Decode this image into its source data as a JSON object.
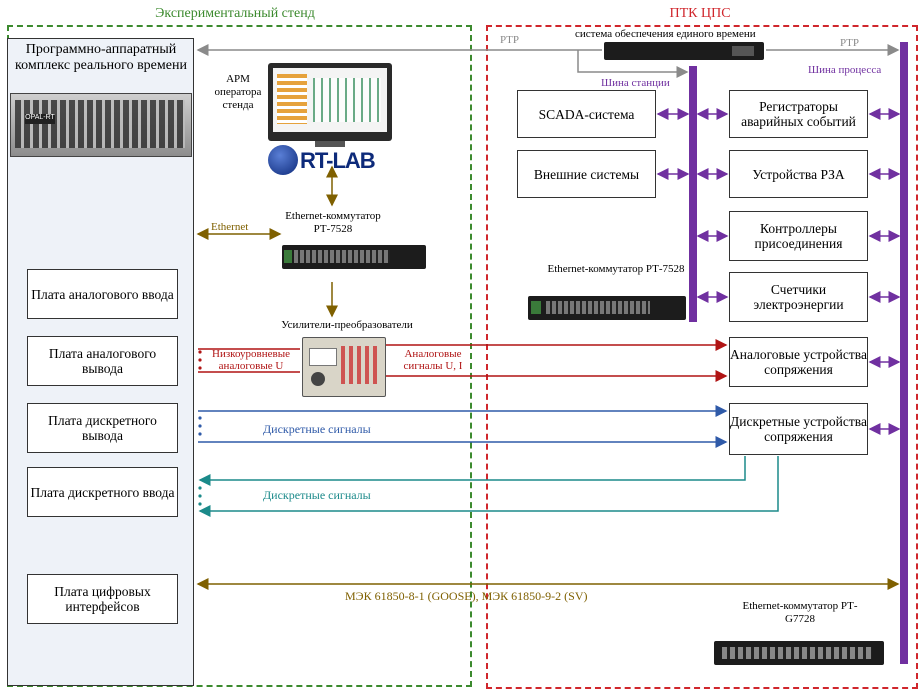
{
  "regions": {
    "left_title": "Экспериментальный стенд",
    "right_title": "ПТК ЦПС"
  },
  "left": {
    "rt_title": "Программно-аппаратный комплекс реального времени",
    "arm_label": "АРМ оператора стенда",
    "rtlab_logo": "RT-LAB",
    "cards": [
      "Плата аналогового ввода",
      "Плата аналогового вывода",
      "Плата дискретного вывода",
      "Плата дискретного ввода",
      "Плата цифровых интерфейсов"
    ],
    "switch_label": "Ethernet-коммутатор РТ-7528",
    "ethernet_label": "Ethernet",
    "amp_label": "Усилители-преобразователи",
    "low_level_label": "Низкоуровневые аналоговые U",
    "analog_signals_label": "Аналоговые сигналы U, I",
    "discrete_label_1": "Дискретные сигналы",
    "discrete_label_2": "Дискретные сигналы",
    "iec_label": "МЭК 61850-8-1 (GOOSE), МЭК 61850-9-2 (SV)"
  },
  "right": {
    "time_sync_label": "система обеспечения единого времени",
    "ptp_left": "PTP",
    "ptp_right": "PTP",
    "station_bus": "Шина станции",
    "process_bus": "Шина процесса",
    "scada": "SCADA-система",
    "external": "Внешние системы",
    "recorders": "Регистраторы аварийных событий",
    "protection": "Устройства РЗА",
    "bay_controllers": "Контроллеры присоединения",
    "meters": "Счетчики электроэнергии",
    "analog_merging": "Аналоговые устройства сопряжения",
    "discrete_merging": "Дискретные устройства сопряжения",
    "switch_mid_label": "Ethernet-коммутатор РТ-7528",
    "switch_bottom_label": "Ethernet-коммутатор РТ-G7728"
  },
  "colors": {
    "green_region": "#3c8a2e",
    "red_region": "#d0262c",
    "bus": "#7030a0",
    "ethernet": "#7f6000",
    "analog": "#b01414",
    "discrete_out": "#2f5aa8",
    "discrete_in": "#1b8a8a",
    "ptp": "#8a8a8a"
  }
}
